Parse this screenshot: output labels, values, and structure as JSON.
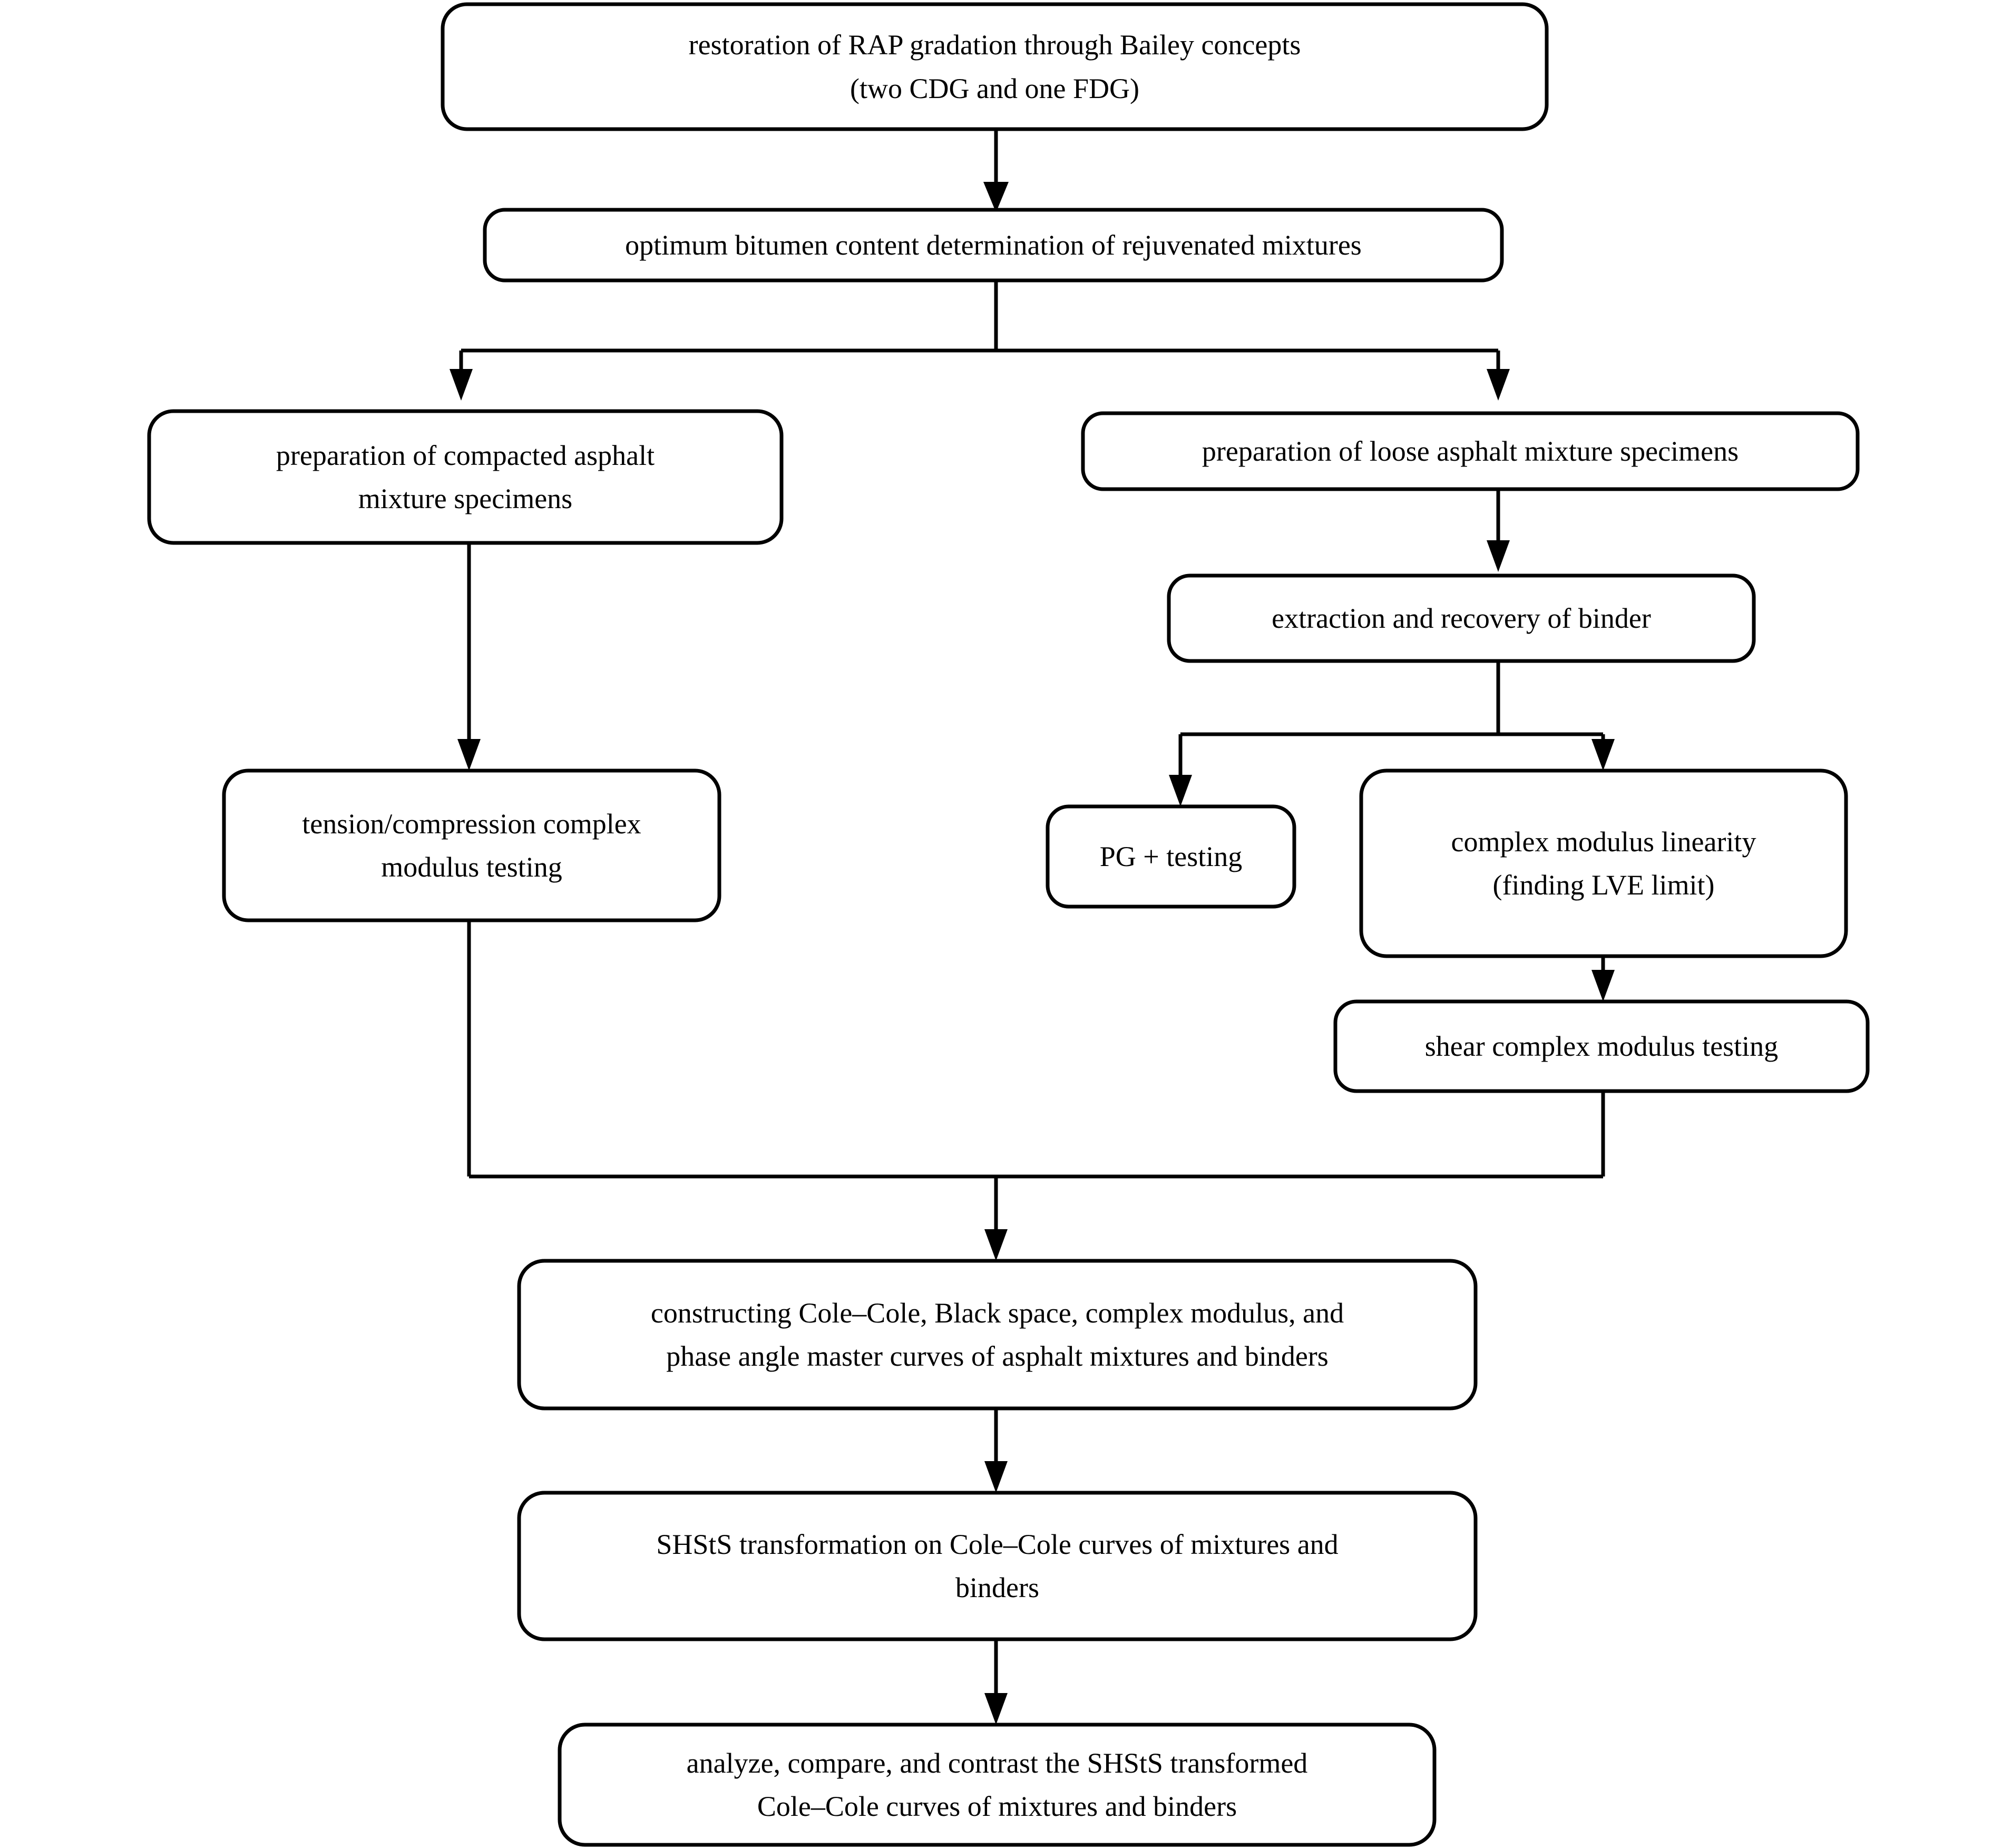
{
  "diagram": {
    "type": "flowchart",
    "orientation": "top-to-bottom",
    "background_color": "#ffffff",
    "line_color": "#000000",
    "node_fill": "#ffffff",
    "nodes": [
      {
        "id": "n1",
        "name": "rap-gradation-restoration",
        "label": "restoration of RAP gradation through Bailey concepts\n(two CDG and one FDG)"
      },
      {
        "id": "n2",
        "name": "optimum-bitumen-content",
        "label": "optimum bitumen content determination of rejuvenated mixtures"
      },
      {
        "id": "n3",
        "name": "compacted-specimen-preparation",
        "label": "preparation of compacted asphalt\nmixture specimens"
      },
      {
        "id": "n4",
        "name": "loose-specimen-preparation",
        "label": "preparation of loose asphalt mixture specimens"
      },
      {
        "id": "n5",
        "name": "binder-extraction-recovery",
        "label": "extraction and recovery of binder"
      },
      {
        "id": "n6",
        "name": "tension-compression-complex-modulus-testing",
        "label": "tension/compression complex\nmodulus testing"
      },
      {
        "id": "n7",
        "name": "pg-plus-testing",
        "label": "PG + testing"
      },
      {
        "id": "n8",
        "name": "complex-modulus-linearity",
        "label": "complex modulus linearity\n(finding LVE limit)"
      },
      {
        "id": "n9",
        "name": "shear-complex-modulus-testing",
        "label": "shear complex modulus testing"
      },
      {
        "id": "n10",
        "name": "constructing-master-curves",
        "label": "constructing Cole–Cole, Black space, complex modulus, and\nphase angle master curves of asphalt mixtures and binders"
      },
      {
        "id": "n11",
        "name": "shsts-transformation",
        "label": "SHStS transformation on Cole–Cole curves of mixtures and\nbinders"
      },
      {
        "id": "n12",
        "name": "analyze-compare-contrast",
        "label": "analyze, compare, and contrast the SHStS transformed\nCole–Cole curves of mixtures and binders"
      }
    ],
    "edges": [
      {
        "from": "n1",
        "to": "n2",
        "style": "straight-arrow"
      },
      {
        "from": "n2",
        "to": "n3",
        "style": "split-left-arrow"
      },
      {
        "from": "n2",
        "to": "n4",
        "style": "split-right-arrow"
      },
      {
        "from": "n3",
        "to": "n6",
        "style": "straight-arrow"
      },
      {
        "from": "n4",
        "to": "n5",
        "style": "straight-arrow"
      },
      {
        "from": "n5",
        "to": "n7",
        "style": "split-left-arrow"
      },
      {
        "from": "n5",
        "to": "n8",
        "style": "split-right-arrow"
      },
      {
        "from": "n8",
        "to": "n9",
        "style": "straight-arrow"
      },
      {
        "from": "n6",
        "to": "n10",
        "style": "merge-arrow"
      },
      {
        "from": "n9",
        "to": "n10",
        "style": "merge-arrow"
      },
      {
        "from": "n10",
        "to": "n11",
        "style": "straight-arrow"
      },
      {
        "from": "n11",
        "to": "n12",
        "style": "straight-arrow"
      }
    ]
  }
}
